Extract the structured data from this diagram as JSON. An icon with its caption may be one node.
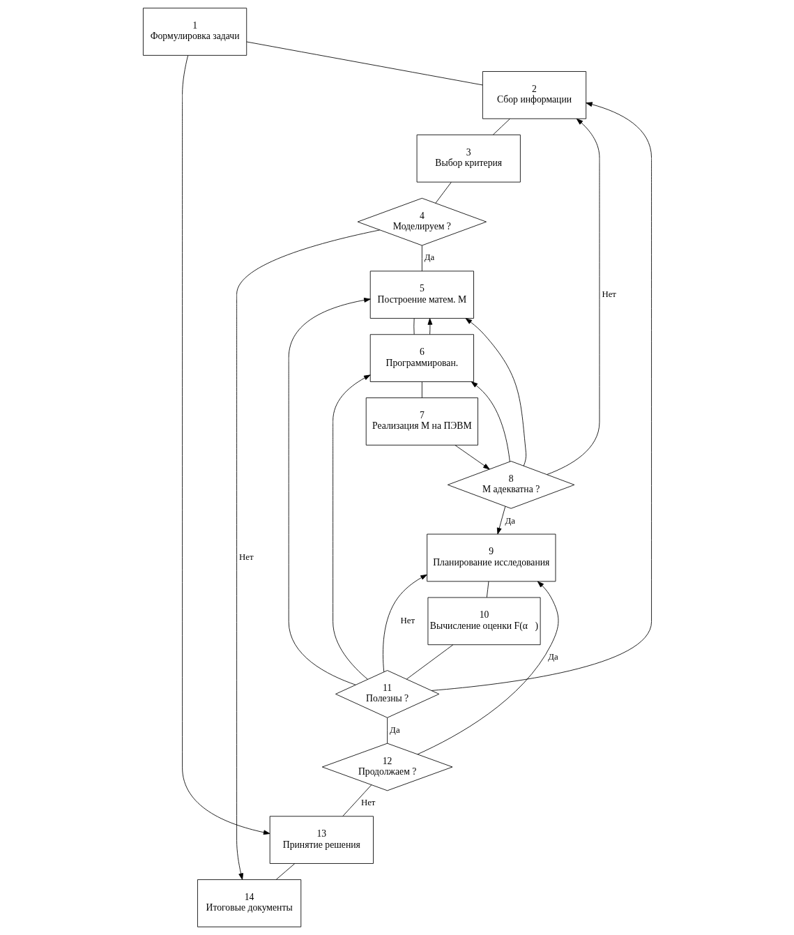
{
  "diagram": {
    "nodes": [
      {
        "text": [
          "1",
          "Формулировка задачи"
        ]
      },
      {
        "text": [
          "2",
          "Сбор информации"
        ]
      },
      {
        "text": [
          "3",
          "Выбор критерия"
        ]
      },
      {
        "text": [
          "4",
          "Моделируем ?"
        ]
      },
      {
        "text": [
          "5",
          "Построение матем. М"
        ]
      },
      {
        "text": [
          "6",
          "Программирован."
        ]
      },
      {
        "text": [
          "7",
          "Реализация М на ПЭВМ"
        ]
      },
      {
        "text": [
          "8",
          "М адекватна ?"
        ]
      },
      {
        "text": [
          "9",
          "Планирование исследования"
        ]
      },
      {
        "text": [
          "10",
          "Вычисление оценки F(α⃗)"
        ]
      },
      {
        "text": [
          "11",
          "Полезны ?"
        ]
      },
      {
        "text": [
          "12",
          "Продолжаем ?"
        ]
      },
      {
        "text": [
          "13",
          "Принятие решения"
        ]
      },
      {
        "text": [
          "14",
          "Итоговые документы"
        ]
      }
    ],
    "edges": [
      {
        "from": 0,
        "to": 1,
        "arrow": "none"
      },
      {
        "from": 0,
        "to": 12,
        "arrow": "to"
      },
      {
        "from": 1,
        "to": 2,
        "arrow": "none"
      },
      {
        "from": 2,
        "to": 3,
        "arrow": "none"
      },
      {
        "from": 3,
        "to": 4,
        "arrow": "none",
        "label": "Да"
      },
      {
        "from": 3,
        "to": 13,
        "arrow": "to",
        "label": "Нет"
      },
      {
        "from": 4,
        "to": 5,
        "arrow": "none"
      },
      {
        "from": 5,
        "to": 4,
        "arrow": "to"
      },
      {
        "from": 5,
        "to": 6,
        "arrow": "none"
      },
      {
        "from": 6,
        "to": 7,
        "arrow": "to"
      },
      {
        "from": 7,
        "to": 1,
        "arrow": "to",
        "label": "Нет"
      },
      {
        "from": 7,
        "to": 4,
        "arrow": "to"
      },
      {
        "from": 7,
        "to": 5,
        "arrow": "to"
      },
      {
        "from": 7,
        "to": 8,
        "arrow": "to",
        "label": "Да"
      },
      {
        "from": 8,
        "to": 9,
        "arrow": "none"
      },
      {
        "from": 9,
        "to": 10,
        "arrow": "none"
      },
      {
        "from": 10,
        "to": 8,
        "arrow": "to",
        "label": "Нет"
      },
      {
        "from": 10,
        "to": 1,
        "arrow": "to"
      },
      {
        "from": 10,
        "to": 4,
        "arrow": "to"
      },
      {
        "from": 10,
        "to": 5,
        "arrow": "to"
      },
      {
        "from": 10,
        "to": 11,
        "arrow": "none",
        "label": "Да"
      },
      {
        "from": 11,
        "to": 8,
        "arrow": "to",
        "label": "Да"
      },
      {
        "from": 11,
        "to": 12,
        "arrow": "none",
        "label": "Нет"
      },
      {
        "from": 12,
        "to": 13,
        "arrow": "none"
      }
    ]
  }
}
